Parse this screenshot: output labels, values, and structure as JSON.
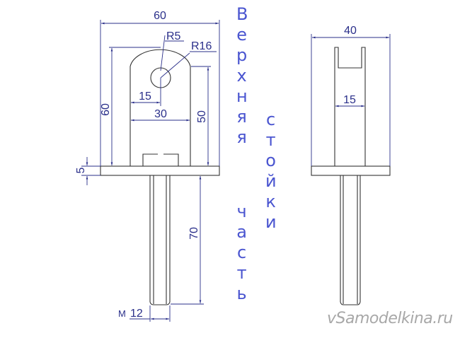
{
  "title_words": {
    "w1": "Верхняя",
    "w2": "часть",
    "w3": "стойки"
  },
  "watermark": "vSamodelkina.ru",
  "front_view": {
    "overall_width": "60",
    "overall_height": "60",
    "hole_radius": "R5",
    "top_radius": "R16",
    "hole_offset": "15",
    "upright_width": "30",
    "upright_height": "50",
    "base_thickness": "5",
    "stem_length": "70",
    "thread_prefix": "M",
    "thread_size": "12"
  },
  "side_view": {
    "overall_width": "40",
    "slot_width": "15"
  }
}
